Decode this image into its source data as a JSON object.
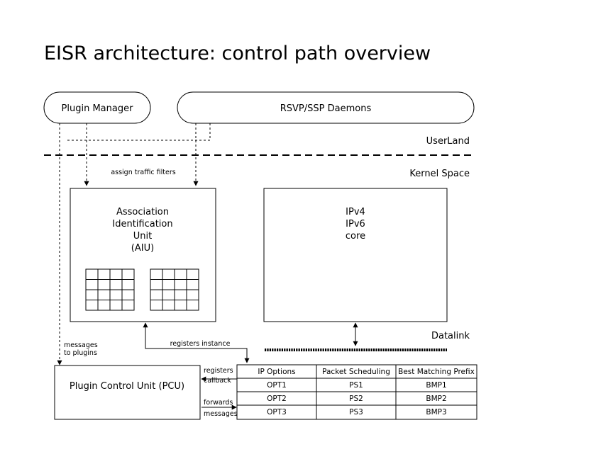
{
  "title": "EISR architecture: control path overview",
  "components": {
    "plugin_manager": "Plugin Manager",
    "daemons": "RSVP/SSP Daemons",
    "aiu": [
      "Association",
      "Identification",
      "Unit",
      "(AIU)"
    ],
    "ip_core": [
      "IPv4",
      "IPv6",
      "core"
    ],
    "pcu": "Plugin Control Unit (PCU)"
  },
  "zones": {
    "userland": "UserLand",
    "kernel": "Kernel Space",
    "datalink": "Datalink"
  },
  "edge_labels": {
    "assign": "assign traffic filters",
    "messages": [
      "messages",
      "to plugins"
    ],
    "registers_instance": "registers instance",
    "registers_callback": [
      "registers",
      "callback"
    ],
    "forwards_messages": [
      "forwards",
      "messages"
    ]
  },
  "plugin_table": {
    "headers": [
      "IP Options",
      "Packet Scheduling",
      "Best Matching Prefix"
    ],
    "rows": [
      [
        "OPT1",
        "PS1",
        "BMP1"
      ],
      [
        "OPT2",
        "PS2",
        "BMP2"
      ],
      [
        "OPT3",
        "PS3",
        "BMP3"
      ]
    ]
  },
  "colors": {
    "stroke": "#000000",
    "background": "#ffffff"
  }
}
